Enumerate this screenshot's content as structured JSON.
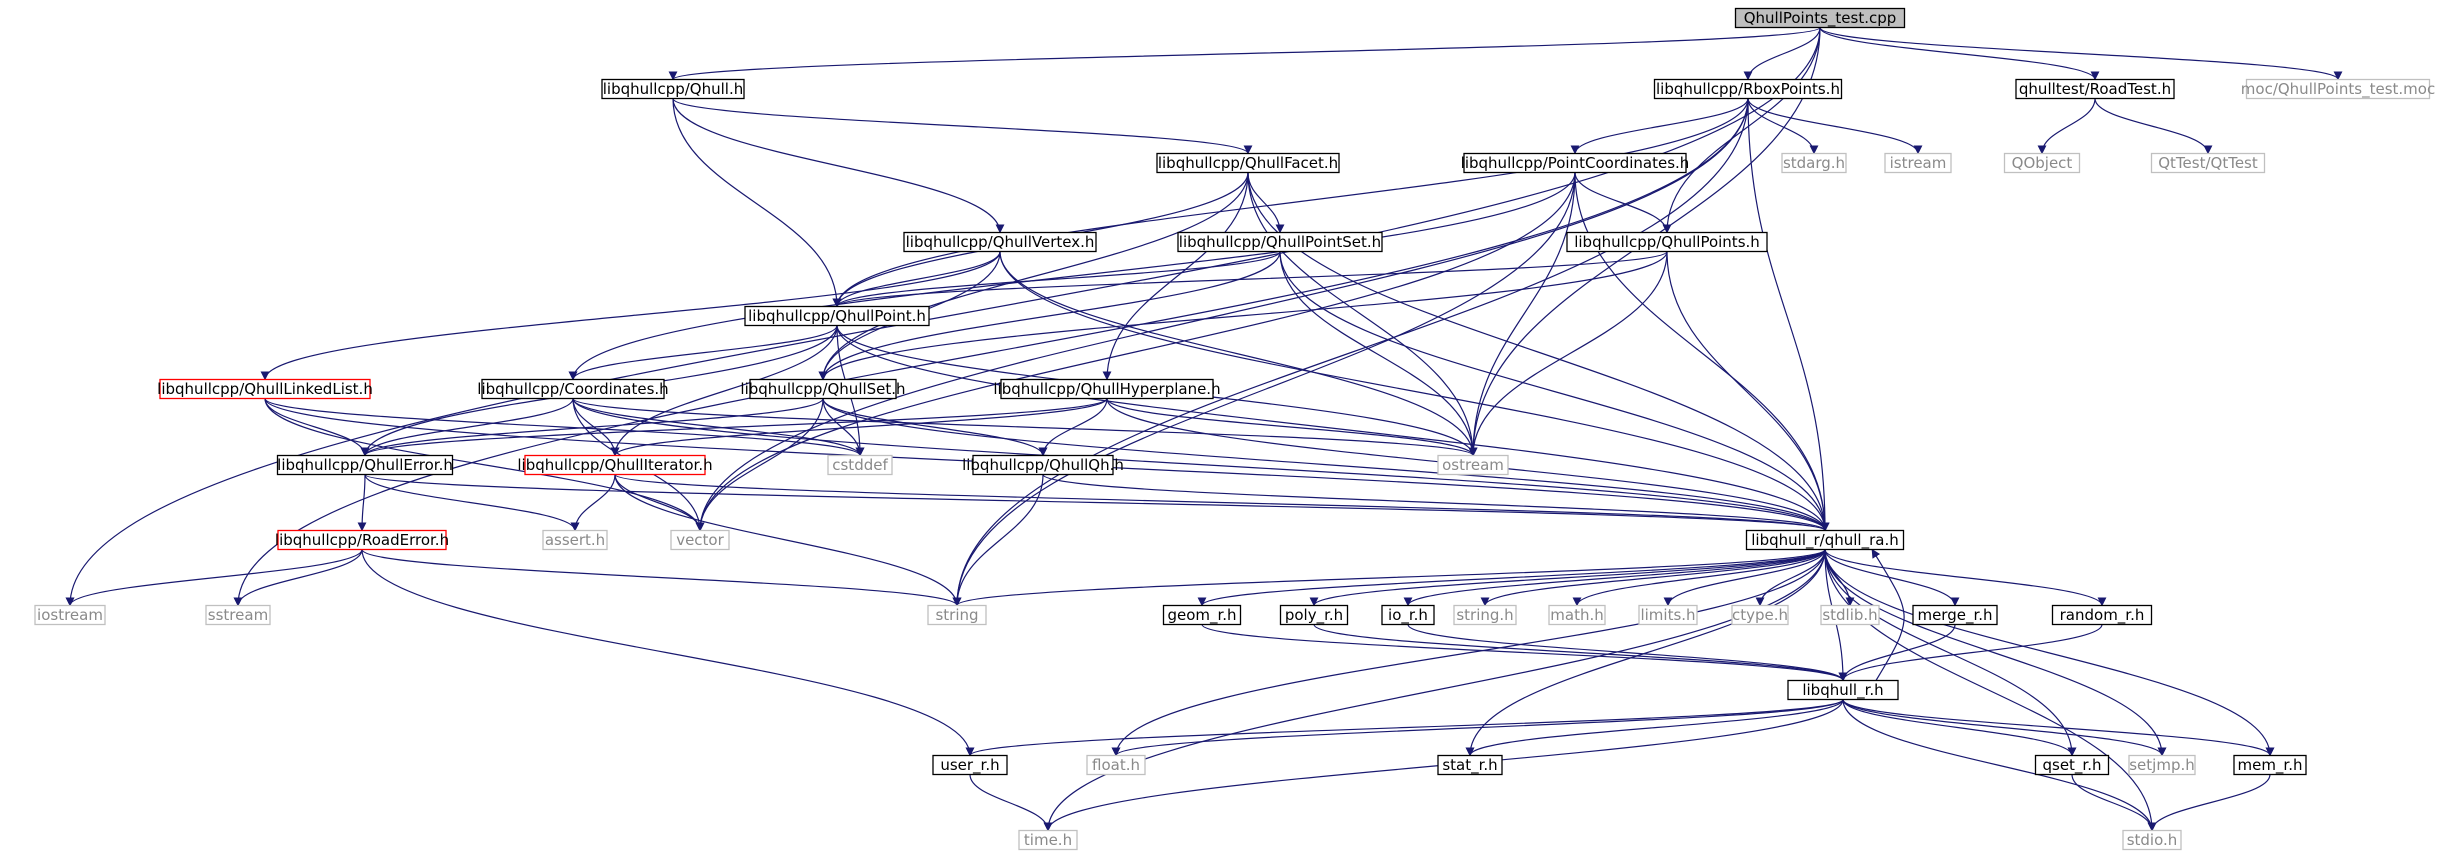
{
  "colors": {
    "edge": "#191970",
    "node_text": "#000000",
    "muted_text": "#8a8a8a",
    "border_default": "#000000",
    "border_muted": "#c0c0c0",
    "border_red": "#ff0000",
    "root_fill": "#bfbfbf",
    "node_fill": "#ffffff"
  },
  "nodes": [
    {
      "id": "root",
      "label": "QhullPoints_test.cpp",
      "style": "root"
    },
    {
      "id": "qhull",
      "label": "libqhullcpp/Qhull.h",
      "style": "default"
    },
    {
      "id": "rbox",
      "label": "libqhullcpp/RboxPoints.h",
      "style": "default"
    },
    {
      "id": "roadtest",
      "label": "qhulltest/RoadTest.h",
      "style": "default"
    },
    {
      "id": "moc",
      "label": "moc/QhullPoints_test.moc",
      "style": "muted"
    },
    {
      "id": "qobject",
      "label": "QObject",
      "style": "muted"
    },
    {
      "id": "qttest",
      "label": "QtTest/QtTest",
      "style": "muted"
    },
    {
      "id": "qfacet",
      "label": "libqhullcpp/QhullFacet.h",
      "style": "default"
    },
    {
      "id": "pcoords",
      "label": "libqhullcpp/PointCoordinates.h",
      "style": "default"
    },
    {
      "id": "stdarg",
      "label": "stdarg.h",
      "style": "muted"
    },
    {
      "id": "istream",
      "label": "istream",
      "style": "muted"
    },
    {
      "id": "qvertex",
      "label": "libqhullcpp/QhullVertex.h",
      "style": "default"
    },
    {
      "id": "qpointset",
      "label": "libqhullcpp/QhullPointSet.h",
      "style": "default"
    },
    {
      "id": "qpoints",
      "label": "libqhullcpp/QhullPoints.h",
      "style": "default"
    },
    {
      "id": "qpoint",
      "label": "libqhullcpp/QhullPoint.h",
      "style": "default"
    },
    {
      "id": "qlinked",
      "label": "libqhullcpp/QhullLinkedList.h",
      "style": "red"
    },
    {
      "id": "coords",
      "label": "libqhullcpp/Coordinates.h",
      "style": "default"
    },
    {
      "id": "qset",
      "label": "libqhullcpp/QhullSet.h",
      "style": "default"
    },
    {
      "id": "qhyper",
      "label": "libqhullcpp/QhullHyperplane.h",
      "style": "default"
    },
    {
      "id": "ostream",
      "label": "ostream",
      "style": "muted"
    },
    {
      "id": "qerror",
      "label": "libqhullcpp/QhullError.h",
      "style": "default"
    },
    {
      "id": "qiter",
      "label": "libqhullcpp/QhullIterator.h",
      "style": "red"
    },
    {
      "id": "cstddef",
      "label": "cstddef",
      "style": "muted"
    },
    {
      "id": "qqh",
      "label": "libqhullcpp/QhullQh.h",
      "style": "default"
    },
    {
      "id": "assert",
      "label": "assert.h",
      "style": "muted"
    },
    {
      "id": "vector",
      "label": "vector",
      "style": "muted"
    },
    {
      "id": "qhullra",
      "label": "libqhull_r/qhull_ra.h",
      "style": "default"
    },
    {
      "id": "roaderr",
      "label": "libqhullcpp/RoadError.h",
      "style": "red"
    },
    {
      "id": "iostream",
      "label": "iostream",
      "style": "muted"
    },
    {
      "id": "sstream",
      "label": "sstream",
      "style": "muted"
    },
    {
      "id": "string",
      "label": "string",
      "style": "muted"
    },
    {
      "id": "geom",
      "label": "geom_r.h",
      "style": "default"
    },
    {
      "id": "poly",
      "label": "poly_r.h",
      "style": "default"
    },
    {
      "id": "io",
      "label": "io_r.h",
      "style": "default"
    },
    {
      "id": "stringh",
      "label": "string.h",
      "style": "muted"
    },
    {
      "id": "math",
      "label": "math.h",
      "style": "muted"
    },
    {
      "id": "limits",
      "label": "limits.h",
      "style": "muted"
    },
    {
      "id": "ctype",
      "label": "ctype.h",
      "style": "muted"
    },
    {
      "id": "stdlib",
      "label": "stdlib.h",
      "style": "muted"
    },
    {
      "id": "merge",
      "label": "merge_r.h",
      "style": "default"
    },
    {
      "id": "random",
      "label": "random_r.h",
      "style": "default"
    },
    {
      "id": "libqhull",
      "label": "libqhull_r.h",
      "style": "default"
    },
    {
      "id": "userr",
      "label": "user_r.h",
      "style": "default"
    },
    {
      "id": "float",
      "label": "float.h",
      "style": "muted"
    },
    {
      "id": "stat",
      "label": "stat_r.h",
      "style": "default"
    },
    {
      "id": "qsetr",
      "label": "qset_r.h",
      "style": "default"
    },
    {
      "id": "setjmp",
      "label": "setjmp.h",
      "style": "muted"
    },
    {
      "id": "memr",
      "label": "mem_r.h",
      "style": "default"
    },
    {
      "id": "time",
      "label": "time.h",
      "style": "muted"
    },
    {
      "id": "stdio",
      "label": "stdio.h",
      "style": "muted"
    }
  ],
  "edges": [
    [
      "root",
      "iostream"
    ],
    [
      "root",
      "qhull"
    ],
    [
      "root",
      "rbox"
    ],
    [
      "root",
      "qpoints"
    ],
    [
      "root",
      "ostream"
    ],
    [
      "root",
      "roadtest"
    ],
    [
      "root",
      "moc"
    ],
    [
      "roadtest",
      "qobject"
    ],
    [
      "roadtest",
      "qttest"
    ],
    [
      "qhull",
      "qpoint"
    ],
    [
      "qhull",
      "qfacet"
    ],
    [
      "qhull",
      "qvertex"
    ],
    [
      "rbox",
      "qhullra"
    ],
    [
      "rbox",
      "qpoint"
    ],
    [
      "rbox",
      "pcoords"
    ],
    [
      "rbox",
      "stdarg"
    ],
    [
      "rbox",
      "istream"
    ],
    [
      "rbox",
      "vector"
    ],
    [
      "rbox",
      "sstream"
    ],
    [
      "rbox",
      "string"
    ],
    [
      "qfacet",
      "qpoint"
    ],
    [
      "qfacet",
      "qpointset"
    ],
    [
      "qfacet",
      "qset"
    ],
    [
      "qfacet",
      "qhyper"
    ],
    [
      "qfacet",
      "ostream"
    ],
    [
      "qfacet",
      "qhullra"
    ],
    [
      "pcoords",
      "qpoints"
    ],
    [
      "pcoords",
      "coords"
    ],
    [
      "pcoords",
      "vector"
    ],
    [
      "pcoords",
      "ostream"
    ],
    [
      "pcoords",
      "qhullra"
    ],
    [
      "pcoords",
      "string"
    ],
    [
      "qvertex",
      "qpoint"
    ],
    [
      "qvertex",
      "qlinked"
    ],
    [
      "qvertex",
      "qset"
    ],
    [
      "qvertex",
      "qhullra"
    ],
    [
      "qvertex",
      "ostream"
    ],
    [
      "qpointset",
      "qpoint"
    ],
    [
      "qpointset",
      "qset"
    ],
    [
      "qpointset",
      "ostream"
    ],
    [
      "qpointset",
      "qhullra"
    ],
    [
      "qpoints",
      "qpoint"
    ],
    [
      "qpoints",
      "qset"
    ],
    [
      "qpoints",
      "qhullra"
    ],
    [
      "qpoints",
      "ostream"
    ],
    [
      "qpoint",
      "coords"
    ],
    [
      "qpoint",
      "qerror"
    ],
    [
      "qpoint",
      "qiter"
    ],
    [
      "qpoint",
      "cstddef"
    ],
    [
      "qpoint",
      "qhullra"
    ],
    [
      "qpoint",
      "ostream"
    ],
    [
      "qlinked",
      "qerror"
    ],
    [
      "qlinked",
      "cstddef"
    ],
    [
      "qlinked",
      "vector"
    ],
    [
      "qlinked",
      "qhullra"
    ],
    [
      "coords",
      "qerror"
    ],
    [
      "coords",
      "qiter"
    ],
    [
      "coords",
      "cstddef"
    ],
    [
      "coords",
      "vector"
    ],
    [
      "coords",
      "ostream"
    ],
    [
      "coords",
      "qhullra"
    ],
    [
      "qset",
      "qerror"
    ],
    [
      "qset",
      "qqh"
    ],
    [
      "qset",
      "cstddef"
    ],
    [
      "qset",
      "vector"
    ],
    [
      "qset",
      "qhullra"
    ],
    [
      "qhyper",
      "qerror"
    ],
    [
      "qhyper",
      "qiter"
    ],
    [
      "qhyper",
      "qqh"
    ],
    [
      "qhyper",
      "ostream"
    ],
    [
      "qhyper",
      "qhullra"
    ],
    [
      "qerror",
      "roaderr"
    ],
    [
      "qerror",
      "assert"
    ],
    [
      "qerror",
      "qhullra"
    ],
    [
      "qiter",
      "assert"
    ],
    [
      "qiter",
      "vector"
    ],
    [
      "qiter",
      "string"
    ],
    [
      "qiter",
      "qhullra"
    ],
    [
      "qqh",
      "qhullra"
    ],
    [
      "qqh",
      "string"
    ],
    [
      "roaderr",
      "iostream"
    ],
    [
      "roaderr",
      "sstream"
    ],
    [
      "roaderr",
      "string"
    ],
    [
      "roaderr",
      "userr"
    ],
    [
      "qhullra",
      "string"
    ],
    [
      "qhullra",
      "geom"
    ],
    [
      "qhullra",
      "poly"
    ],
    [
      "qhullra",
      "io"
    ],
    [
      "qhullra",
      "stringh"
    ],
    [
      "qhullra",
      "math"
    ],
    [
      "qhullra",
      "limits"
    ],
    [
      "qhullra",
      "ctype"
    ],
    [
      "qhullra",
      "stdlib"
    ],
    [
      "qhullra",
      "merge"
    ],
    [
      "qhullra",
      "random"
    ],
    [
      "qhullra",
      "libqhull"
    ],
    [
      "qhullra",
      "float"
    ],
    [
      "qhullra",
      "time"
    ],
    [
      "qhullra",
      "stat"
    ],
    [
      "qhullra",
      "qsetr"
    ],
    [
      "qhullra",
      "setjmp"
    ],
    [
      "qhullra",
      "memr"
    ],
    [
      "qhullra",
      "stdio"
    ],
    [
      "geom",
      "libqhull"
    ],
    [
      "poly",
      "libqhull"
    ],
    [
      "io",
      "libqhull"
    ],
    [
      "merge",
      "libqhull"
    ],
    [
      "random",
      "libqhull"
    ],
    [
      "libqhull",
      "qhullra"
    ],
    [
      "libqhull",
      "userr"
    ],
    [
      "libqhull",
      "float"
    ],
    [
      "libqhull",
      "time"
    ],
    [
      "libqhull",
      "stat"
    ],
    [
      "libqhull",
      "qsetr"
    ],
    [
      "libqhull",
      "setjmp"
    ],
    [
      "libqhull",
      "memr"
    ],
    [
      "libqhull",
      "stdio"
    ],
    [
      "userr",
      "time"
    ],
    [
      "qsetr",
      "stdio"
    ],
    [
      "memr",
      "stdio"
    ]
  ]
}
